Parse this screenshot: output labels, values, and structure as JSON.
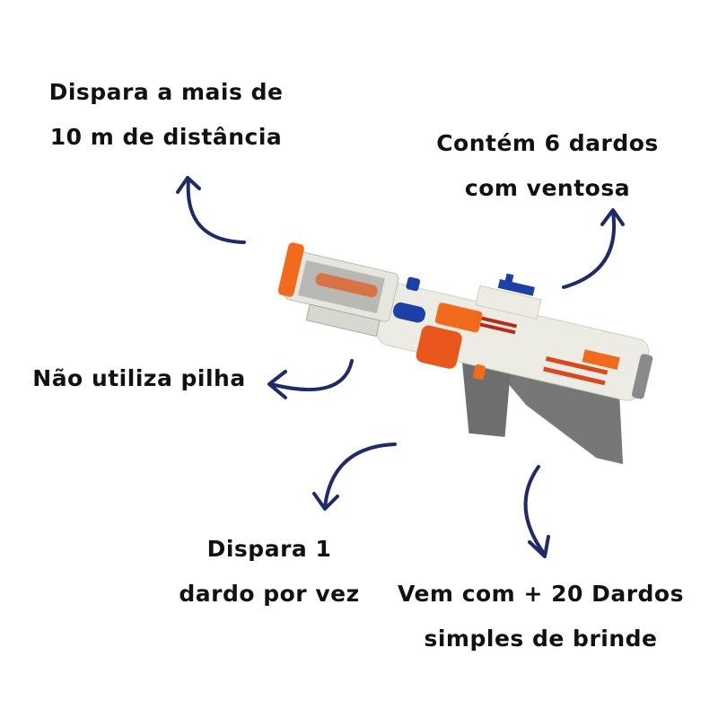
{
  "colors": {
    "arrow": "#1f2a6b",
    "orange": "#f26a1b",
    "blue": "#1d3fa8",
    "body": "#ecebe4",
    "grey": "#6e6e6e"
  },
  "product_image": {
    "icon": "toy-dart-blaster-icon"
  },
  "labels": {
    "range": [
      "Dispara a mais de",
      "10 m de distância"
    ],
    "darts": [
      "Contém  6 dardos",
      "com ventosa"
    ],
    "battery": [
      "Não utiliza pilha"
    ],
    "fire": [
      "Dispara 1",
      "dardo por vez"
    ],
    "bonus": [
      "Vem com + 20 Dardos",
      "simples de brinde"
    ]
  }
}
